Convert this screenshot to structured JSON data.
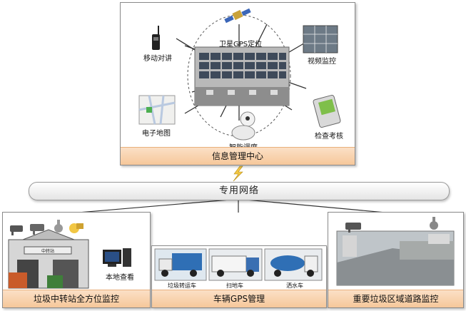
{
  "center_panel": {
    "title": "信息管理中心",
    "nodes": {
      "satellite": "卫星GPS定位",
      "radio": "移动对讲",
      "video": "视频监控",
      "map": "电子地图",
      "inspection": "检查考核",
      "dispatch": "智能调度"
    }
  },
  "network": {
    "label": "专用网络"
  },
  "left_panel": {
    "title": "垃圾中转站全方位监控",
    "local_view": "本地查看",
    "building_sign": "中转站"
  },
  "middle_panel": {
    "title": "车辆GPS管理",
    "vehicles": [
      "垃圾转运车",
      "扫地车",
      "洒水车"
    ]
  },
  "right_panel": {
    "title": "重要垃圾区域道路监控"
  },
  "colors": {
    "bar_top": "#fbe0c6",
    "bar_bottom": "#f6c79a",
    "line": "#333333"
  }
}
